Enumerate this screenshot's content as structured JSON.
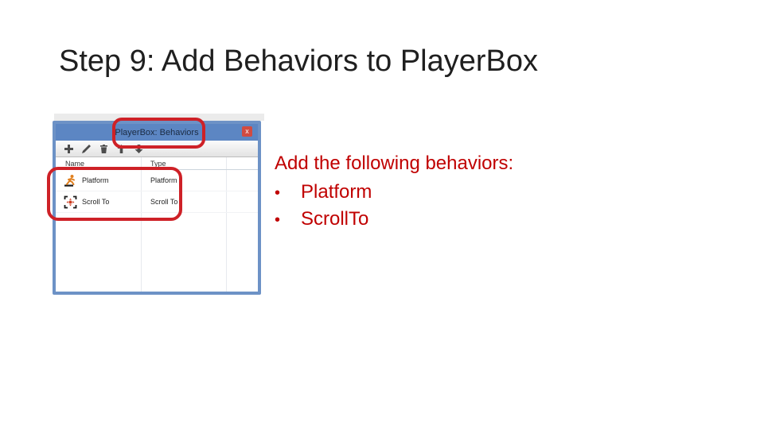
{
  "slide": {
    "title": "Step 9: Add Behaviors to PlayerBox"
  },
  "dialog": {
    "title": "PlayerBox: Behaviors",
    "close_label": "x",
    "toolbar": {
      "icons": [
        "add",
        "edit",
        "delete",
        "move-up",
        "move-down"
      ]
    },
    "table": {
      "columns": {
        "name": "Name",
        "type": "Type"
      },
      "rows": [
        {
          "icon": "platform-behavior-icon",
          "name": "Platform",
          "type": "Platform"
        },
        {
          "icon": "scrollto-behavior-icon",
          "name": "Scroll To",
          "type": "Scroll To"
        }
      ]
    }
  },
  "callout": {
    "heading": "Add the following behaviors:",
    "bullet": "•",
    "items": [
      "Platform",
      "ScrollTo"
    ]
  },
  "colors": {
    "titlebar_blue": "#5c86c3",
    "window_border_blue": "#6d92c6",
    "close_button_red": "#d14b41",
    "annotation_red": "#ce2127",
    "callout_text_red": "#c00000",
    "platform_icon_orange": "#e07f1e"
  }
}
